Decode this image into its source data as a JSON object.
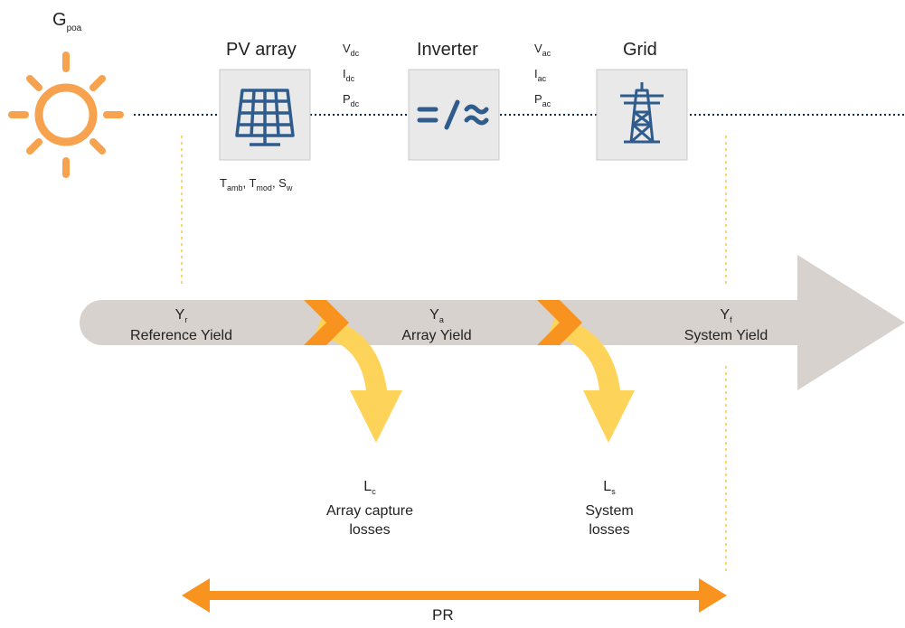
{
  "colors": {
    "accent_orange": "#F7A24E",
    "arrow_orange": "#F7931E",
    "loss_yellow": "#FED35A",
    "band_gray": "#D8D2CF",
    "icon_blue": "#2F5C8C",
    "dotted": "#0E2A47",
    "dashed_yellow": "#F5C842"
  },
  "irradiance": {
    "symbol": "G",
    "sub": "poa"
  },
  "components": {
    "pv_array": {
      "title": "PV array",
      "icon": "solar-panel-icon"
    },
    "inverter": {
      "title": "Inverter",
      "icon": "dc-ac-conversion-icon",
      "symbol": "=/≈"
    },
    "grid": {
      "title": "Grid",
      "icon": "transmission-tower-icon"
    }
  },
  "dc_measurements": [
    {
      "sym": "V",
      "sub": "dc"
    },
    {
      "sym": "I",
      "sub": "dc"
    },
    {
      "sym": "P",
      "sub": "dc"
    }
  ],
  "ac_measurements": [
    {
      "sym": "V",
      "sub": "ac"
    },
    {
      "sym": "I",
      "sub": "ac"
    },
    {
      "sym": "P",
      "sub": "ac"
    }
  ],
  "array_sensors": [
    {
      "sym": "T",
      "sub": "amb",
      "sep": ", "
    },
    {
      "sym": "T",
      "sub": "mod",
      "sep": ", "
    },
    {
      "sym": "S",
      "sub": "w",
      "sep": ""
    }
  ],
  "yields": [
    {
      "sym": "Y",
      "sub": "r",
      "name": "Reference Yield"
    },
    {
      "sym": "Y",
      "sub": "a",
      "name": "Array Yield"
    },
    {
      "sym": "Y",
      "sub": "f",
      "name": "System Yield"
    }
  ],
  "losses": [
    {
      "sym": "L",
      "sub": "c",
      "line1": "Array capture",
      "line2": "losses"
    },
    {
      "sym": "L",
      "sub": "s",
      "line1": "System",
      "line2": "losses"
    }
  ],
  "pr_label": "PR"
}
